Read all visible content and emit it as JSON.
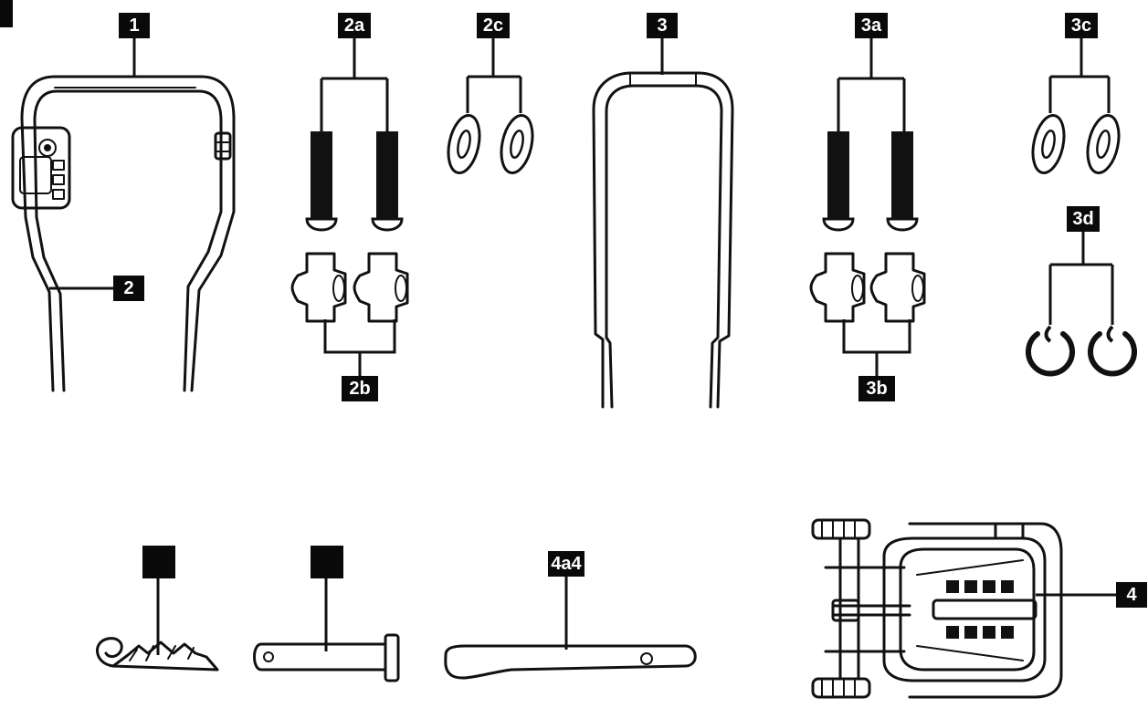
{
  "labels": {
    "handle_upper": "1",
    "handle_lower_left": "2",
    "bolts_2a": "2a",
    "knobs_2b": "2b",
    "washers_2c": "2c",
    "handle_middle": "3",
    "bolts_3a": "3a",
    "knobs_3b": "3b",
    "washers_3c": "3c",
    "cable_clips_3d": "3d",
    "mower_body": "4",
    "stick_4a": "4a4",
    "clip_blank": "",
    "pin_blank": ""
  },
  "colors": {
    "ink": "#111111",
    "label_bg": "#0a0a0a",
    "label_text": "#ffffff",
    "paper": "#ffffff"
  }
}
